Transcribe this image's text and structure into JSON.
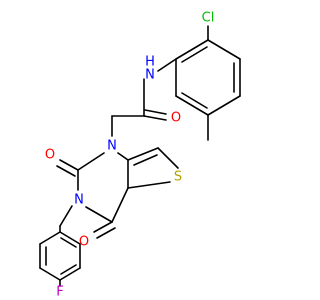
{
  "colors": {
    "bond": "#000000",
    "carbon": "#000000",
    "nitrogen": "#0000ff",
    "oxygen": "#ff0000",
    "sulfur": "#b2a200",
    "chlorine": "#00c000",
    "fluorine": "#c000c0"
  },
  "atoms": {
    "cl": "Cl",
    "nh": "N",
    "nh_h": "H",
    "amide_o": "O",
    "n1": "N",
    "n3": "N",
    "c2_o": "O",
    "c4_o": "O",
    "s": "S",
    "f": "F"
  }
}
